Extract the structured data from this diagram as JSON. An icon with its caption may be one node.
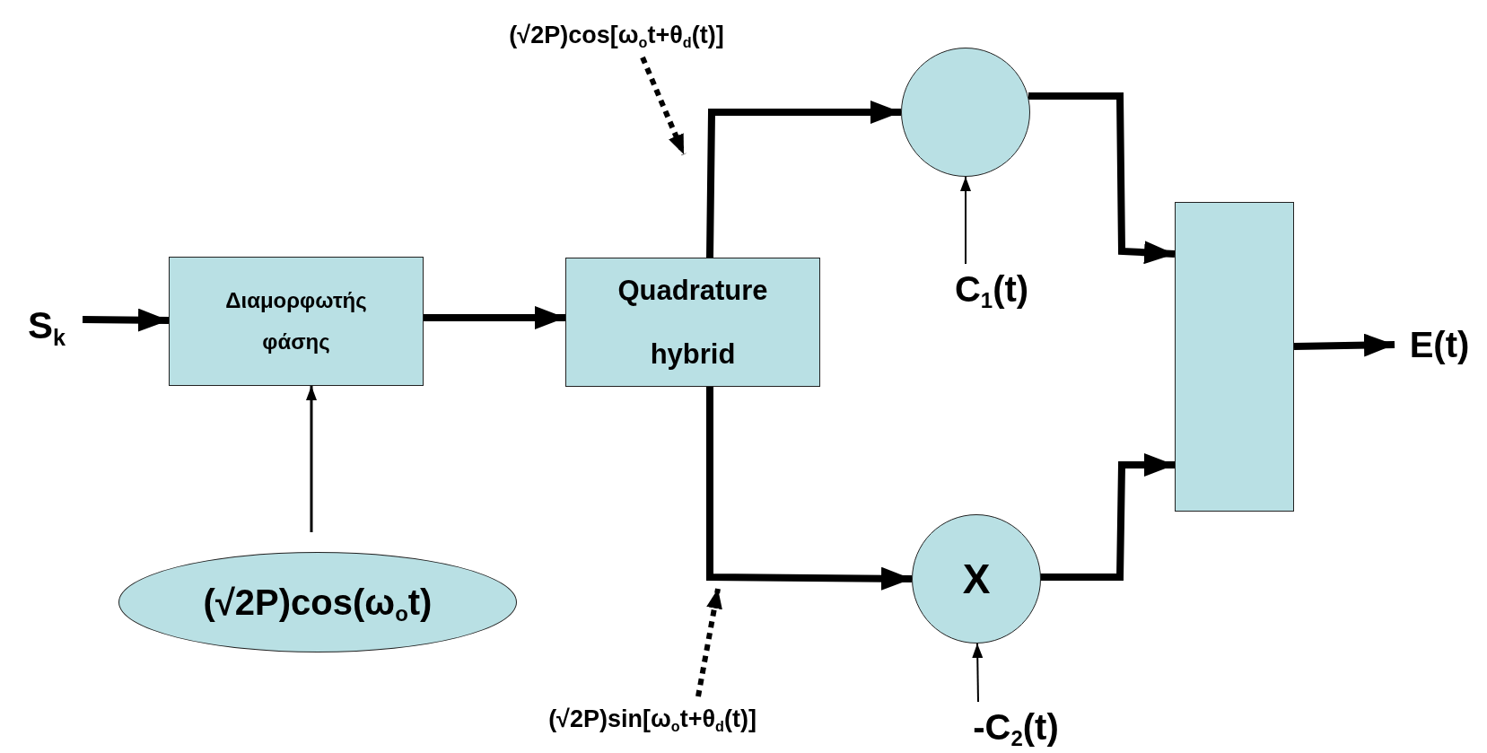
{
  "diagram": {
    "nodes": [
      {
        "text": [
          "S$_{k}$"
        ]
      },
      {
        "text": [
          "Διαμορφωτής φάσης"
        ]
      },
      {
        "text": [
          "(√2P)cos(ω$_{o}$t)"
        ]
      },
      {
        "text": [
          "Quadrature hybrid"
        ]
      },
      {
        "text": [
          "(√2P)cos[ω$_{o}$t+θ$_{d}$(t)]"
        ]
      },
      {
        "text": [
          "(√2P)sin[ω$_{o}$t+θ$_{d}$(t)]"
        ]
      },
      {
        "text": [],
        "shape": "circle"
      },
      {
        "text": [
          "C$_{1}$(t)"
        ]
      },
      {
        "text": [
          "X"
        ]
      },
      {
        "text": [
          "-C$_{2}$(t)"
        ]
      },
      {
        "text": [],
        "shape": "box"
      },
      {
        "text": [
          "E(t)"
        ]
      }
    ],
    "edges": [
      {
        "from": 0,
        "to": 1,
        "arrow": "to"
      },
      {
        "from": 2,
        "to": 1,
        "arrow": "to"
      },
      {
        "from": 1,
        "to": 3,
        "arrow": "to"
      },
      {
        "from": 3,
        "to": 6,
        "arrow": "to"
      },
      {
        "from": 3,
        "to": 8,
        "arrow": "to"
      },
      {
        "from": 4,
        "to": null,
        "arrow": "to",
        "style": "dashed"
      },
      {
        "from": 5,
        "to": null,
        "arrow": "to",
        "style": "dashed"
      },
      {
        "from": 7,
        "to": 6,
        "arrow": "to"
      },
      {
        "from": 9,
        "to": 8,
        "arrow": "to"
      },
      {
        "from": 6,
        "to": 10,
        "arrow": "to"
      },
      {
        "from": 8,
        "to": 10,
        "arrow": "to"
      },
      {
        "from": 10,
        "to": 11,
        "arrow": "to"
      }
    ]
  }
}
